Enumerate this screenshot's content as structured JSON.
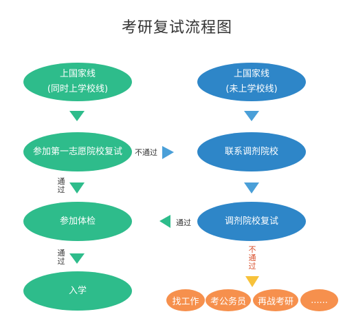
{
  "title": "考研复试流程图",
  "nodes": {
    "national_line_both": [
      "上国家线",
      "(同时上学校线)"
    ],
    "first_choice_retest": "参加第一志愿院校复试",
    "physical_exam": "参加体检",
    "enrollment": "入学",
    "national_line_only": [
      "上国家线",
      "(未上学校线)"
    ],
    "contact_transfer": "联系调剂院校",
    "transfer_retest": "调剂院校复试"
  },
  "labels": {
    "not_pass_right": "不通过",
    "pass_1": [
      "通",
      "过"
    ],
    "pass_2": [
      "通",
      "过"
    ],
    "pass_left": "通过",
    "not_pass_down": [
      "不",
      "通",
      "过"
    ]
  },
  "outcomes": [
    "找工作",
    "考公务员",
    "再战考研",
    "......"
  ],
  "colors": {
    "green": "#2ebc8b",
    "blue": "#2e86c8",
    "orange": "#f6904d",
    "arrow_green": "#2ebc8b",
    "arrow_blue": "#4a9fd8",
    "arrow_yellow": "#f7c23a"
  }
}
